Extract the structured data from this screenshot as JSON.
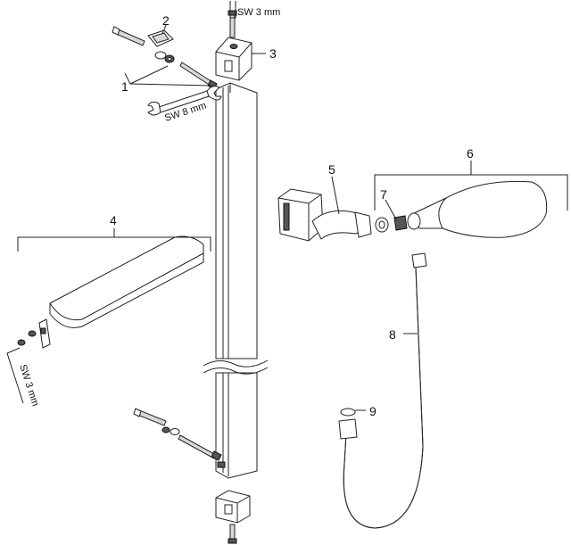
{
  "callouts": [
    "1",
    "2",
    "3",
    "4",
    "5",
    "6",
    "7",
    "8",
    "9"
  ],
  "tools": {
    "top_hex_key": "SW 3 mm",
    "wrench": "SW 8 mm",
    "left_hex_key": "SW 3 mm"
  }
}
